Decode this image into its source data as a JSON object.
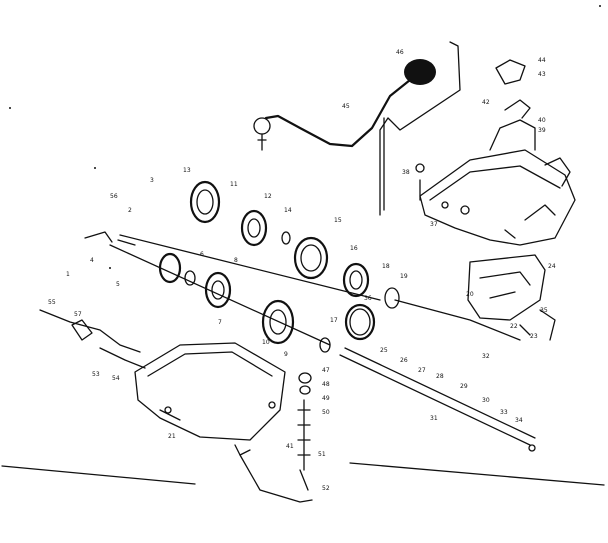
{
  "diagram": {
    "type": "exploded-parts-view",
    "callouts": [
      "46",
      "45",
      "44",
      "43",
      "42",
      "40",
      "38",
      "39",
      "37",
      "13",
      "11",
      "12",
      "14",
      "15",
      "16",
      "18",
      "19",
      "20",
      "22",
      "23",
      "24",
      "25",
      "26",
      "27",
      "28",
      "29",
      "30",
      "31",
      "32",
      "33",
      "34",
      "35",
      "36",
      "47",
      "48",
      "49",
      "50",
      "51",
      "52",
      "53",
      "54",
      "55",
      "56",
      "57",
      "1",
      "2",
      "3",
      "4",
      "5",
      "6",
      "7",
      "8",
      "9",
      "10",
      "17",
      "21",
      "41"
    ]
  }
}
